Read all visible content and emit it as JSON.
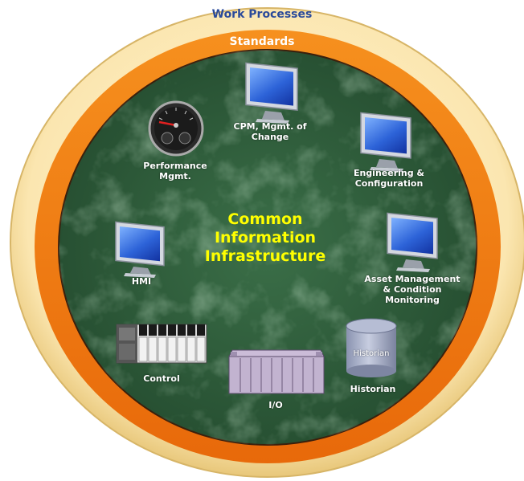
{
  "rings": {
    "outer_label": "Work Processes",
    "middle_label": "Standards"
  },
  "center": {
    "title": "Common\nInformation\nInfrastructure"
  },
  "nodes": {
    "cpm": "CPM, Mgmt. of\nChange",
    "performance": "Performance\nMgmt.",
    "engineering": "Engineering &\nConfiguration",
    "hmi": "HMI",
    "asset": "Asset Management\n& Condition\nMonitoring",
    "control": "Control",
    "io": "I/O",
    "historian": "Historian",
    "historian_cylinder": "Historian"
  },
  "colors": {
    "outer_ring": "#fbe6b0",
    "middle_ring": "#f47a0c",
    "center_bg": "#2e5b3a",
    "outer_text": "#2a4a9a",
    "center_text": "#ffff00"
  }
}
